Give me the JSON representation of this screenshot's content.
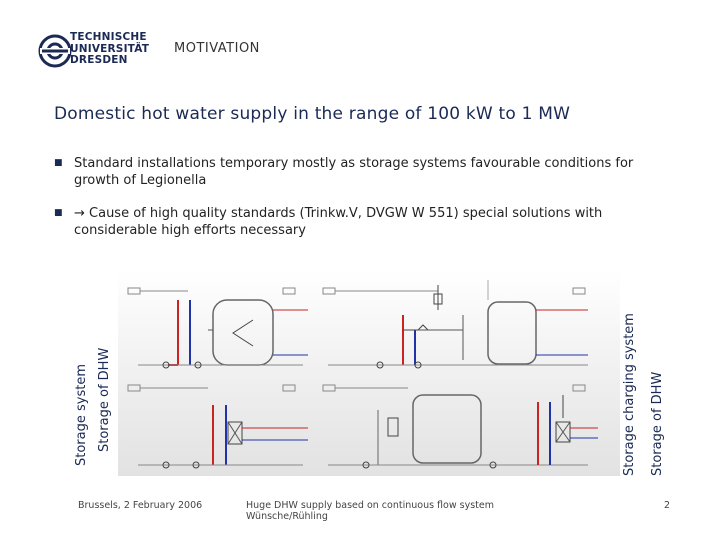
{
  "header": {
    "logo_lines": [
      "TECHNISCHE",
      "UNIVERSITÄT",
      "DRESDEN"
    ],
    "section": "MOTIVATION"
  },
  "slide": {
    "title": "Domestic hot water supply in the range of 100 kW to 1 MW",
    "bullets": [
      "Standard installations temporary mostly as storage systems favourable conditions for growth of Legionella",
      "→ Cause of high quality standards (Trinkw.V, DVGW W 551) special solutions with considerable high efforts necessary"
    ]
  },
  "figure_labels": {
    "left_outer": "Storage system",
    "left_inner": "Storage of DHW",
    "right_outer": "Storage charging system",
    "right_inner": "Storage of DHW"
  },
  "footer": {
    "location_date": "Brussels, 2 February 2006",
    "talk_title": "Huge DHW supply based on continuous flow system",
    "authors": "Wünsche/Rühling",
    "page": "2"
  },
  "colors": {
    "brand": "#1b2a55",
    "pipe_hot": "#cc2222",
    "pipe_cold": "#2233aa",
    "pipe_circ": "#8844aa"
  }
}
